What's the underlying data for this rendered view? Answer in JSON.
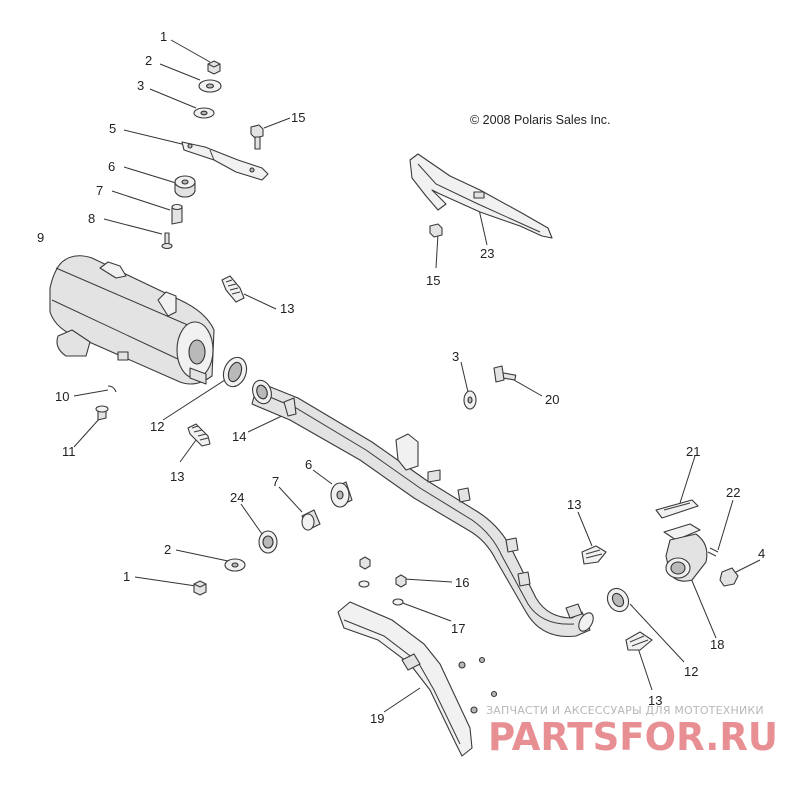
{
  "copyright": "© 2008 Polaris Sales Inc.",
  "watermark": {
    "subtitle": "ЗАПЧАСТИ И АКСЕССУАРЫ ДЛЯ МОТОТЕХНИКИ",
    "logo": "PARTSFOR.RU",
    "logo_color": "#e88f93",
    "subtitle_color": "#b8b8b8"
  },
  "callouts": {
    "c1a": "1",
    "c2a": "2",
    "c3a": "3",
    "c5": "5",
    "c6a": "6",
    "c7a": "7",
    "c8": "8",
    "c9": "9",
    "c10": "10",
    "c11": "11",
    "c12a": "12",
    "c13a": "13",
    "c13b": "13",
    "c14": "14",
    "c15a": "15",
    "c15b": "15",
    "c23": "23",
    "c3b": "3",
    "c20": "20",
    "c6b": "6",
    "c7b": "7",
    "c24": "24",
    "c2b": "2",
    "c1b": "1",
    "c16": "16",
    "c17": "17",
    "c19": "19",
    "c13c": "13",
    "c21": "21",
    "c22": "22",
    "c4": "4",
    "c18": "18",
    "c12b": "12",
    "c13d": "13"
  }
}
